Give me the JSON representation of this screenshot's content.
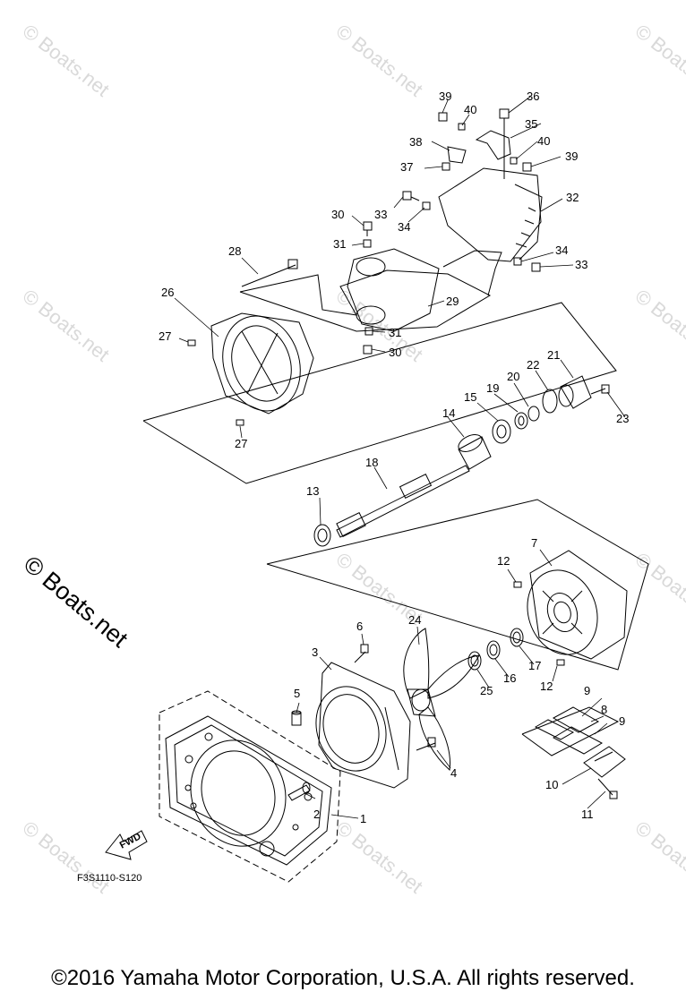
{
  "watermark": "© Boats.net",
  "figure_code": "F3S1110-S120",
  "fwd_label": "FWD",
  "copyright": "©2016 Yamaha Motor Corporation, U.S.A. All rights reserved.",
  "parts": {
    "p1": "1",
    "p2": "2",
    "p3": "3",
    "p4": "4",
    "p5": "5",
    "p6": "6",
    "p7": "7",
    "p8": "8",
    "p9a": "9",
    "p9b": "9",
    "p10": "10",
    "p11": "11",
    "p12a": "12",
    "p12b": "12",
    "p13": "13",
    "p14": "14",
    "p15": "15",
    "p16": "16",
    "p17": "17",
    "p18": "18",
    "p19": "19",
    "p20": "20",
    "p21": "21",
    "p22": "22",
    "p23": "23",
    "p24": "24",
    "p25": "25",
    "p26": "26",
    "p27a": "27",
    "p27b": "27",
    "p28": "28",
    "p29": "29",
    "p30a": "30",
    "p30b": "30",
    "p31a": "31",
    "p31b": "31",
    "p32": "32",
    "p33a": "33",
    "p33b": "33",
    "p34a": "34",
    "p34b": "34",
    "p35": "35",
    "p36": "36",
    "p37": "37",
    "p38": "38",
    "p39a": "39",
    "p39b": "39",
    "p40a": "40",
    "p40b": "40"
  }
}
